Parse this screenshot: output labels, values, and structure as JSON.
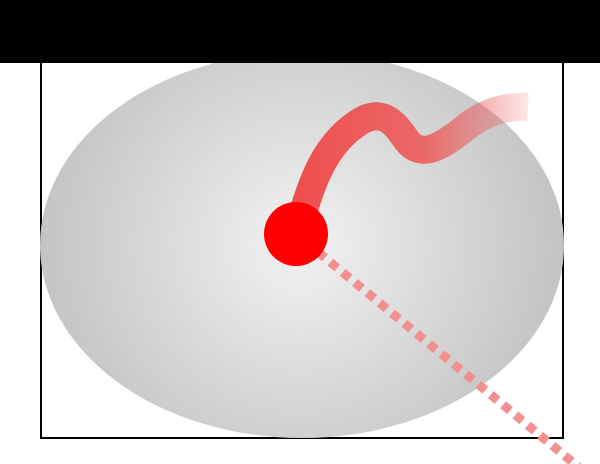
{
  "colors": {
    "background": "#ffffff",
    "top_bar": "#000000",
    "frame_stroke": "#000000",
    "gradient_center": "#f2f2f2",
    "gradient_edge": "#c2c2c2",
    "trail": "#ee4d4d",
    "marker": "#ff0000",
    "dotted_ray": "#f28f8f"
  },
  "diagram": {
    "elements": [
      "top-bar",
      "frame-rectangle",
      "gradient-ellipse",
      "fading-trail-path",
      "dotted-ray",
      "center-marker"
    ]
  }
}
